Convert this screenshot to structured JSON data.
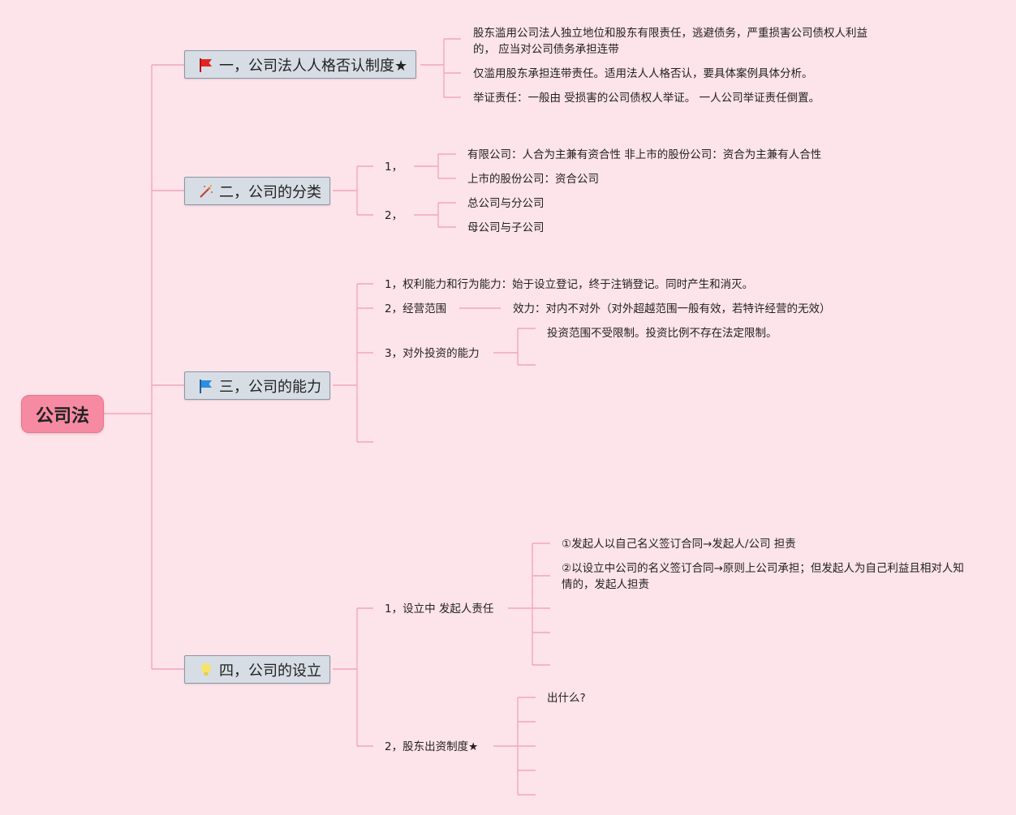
{
  "root": {
    "label": "公司法"
  },
  "branches": [
    {
      "label": "一，公司法人人格否认制度★",
      "icon": "red-flag-icon",
      "items": [
        "股东滥用公司法人独立地位和股东有限责任，逃避债务，严重损害公司债权人利益的， 应当对公司债务承担连带",
        "仅滥用股东承担连带责任。适用法人人格否认，要具体案例具体分析。",
        "举证责任：一般由 受损害的公司债权人举证。 一人公司举证责任倒置。"
      ]
    },
    {
      "label": "二，公司的分类",
      "icon": "magic-wand-icon",
      "groups": [
        {
          "label": "1，",
          "items": [
            "有限公司：人合为主兼有资合性 非上市的股份公司：资合为主兼有人合性",
            "上市的股份公司：资合公司"
          ]
        },
        {
          "label": "2，",
          "items": [
            "总公司与分公司",
            "母公司与子公司"
          ]
        }
      ]
    },
    {
      "label": "三，公司的能力",
      "icon": "blue-flag-icon",
      "groups": [
        {
          "label": "1，权利能力和行为能力：始于设立登记，终于注销登记。同时产生和消灭。",
          "items": []
        },
        {
          "label": "2，经营范围",
          "items": [
            "效力：对内不对外（对外超越范围一般有效，若特许经营的无效）"
          ]
        },
        {
          "label": "3，对外投资的能力",
          "items": [
            "投资范围不受限制。投资比例不存在法定限制。"
          ]
        }
      ]
    },
    {
      "label": "四，公司的设立",
      "icon": "lightbulb-icon",
      "groups": [
        {
          "label": "1，设立中 发起人责任",
          "items": [
            "①发起人以自己名义签订合同→发起人/公司 担责",
            "②以设立中公司的名义签订合同→原则上公司承担；但发起人为自己利益且相对人知情的，发起人担责"
          ]
        },
        {
          "label": "2，股东出资制度★",
          "items": [
            "出什么?"
          ]
        }
      ]
    }
  ],
  "colors": {
    "background": "#fde3ea",
    "line": "#f2a8bc",
    "root": "#f68aa3",
    "branch": "#d7dde4"
  }
}
